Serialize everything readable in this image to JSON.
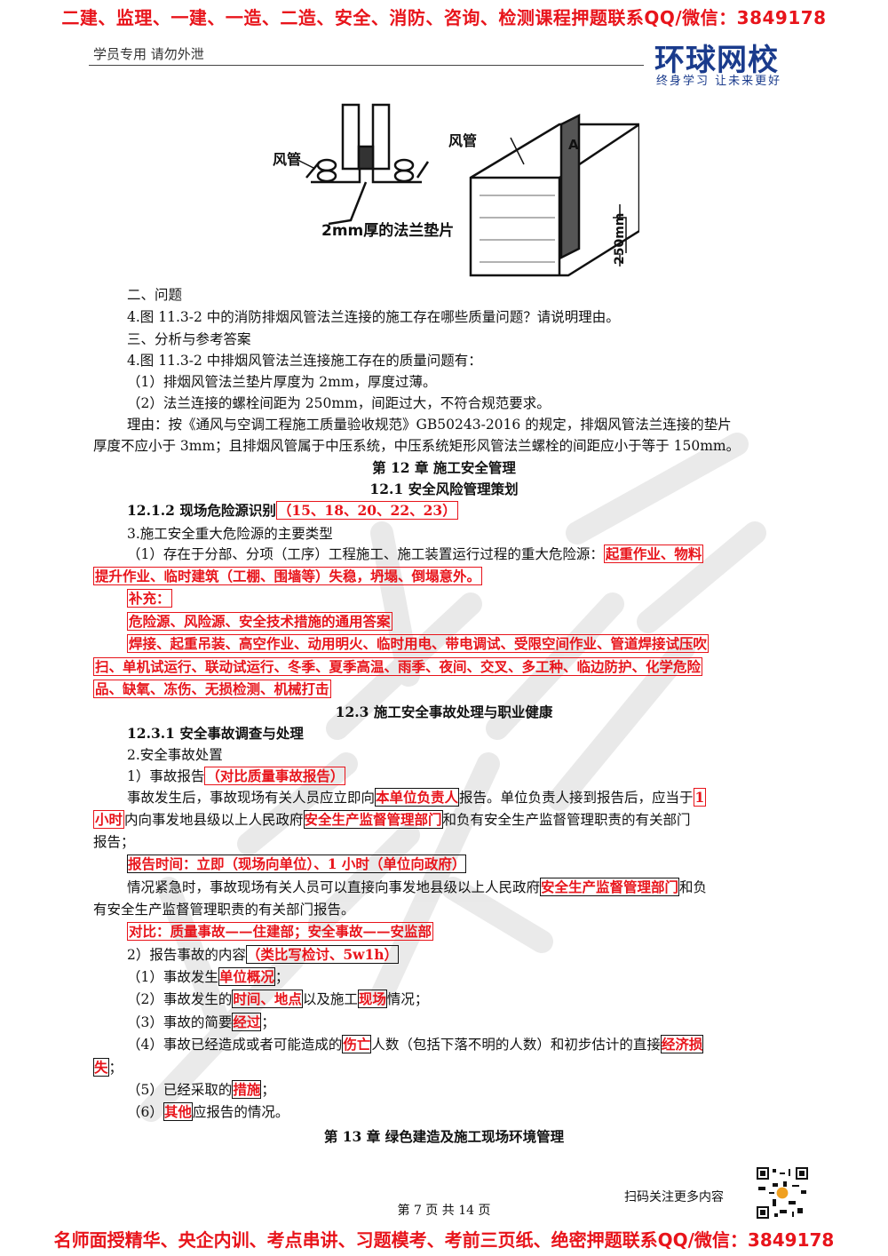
{
  "banner_top": "二建、监理、一建、一造、二造、安全、消防、咨询、检测课程押题联系QQ/微信：3849178",
  "banner_bottom": "名师面授精华、央企内训、考点串讲、习题模考、考前三页纸、绝密押题联系QQ/微信：3849178",
  "header_note": "学员专用 请勿外泄",
  "logo": {
    "name": "环球网校",
    "slogan": "终身学习 让未来更好"
  },
  "figure": {
    "label_duct_left": "风管",
    "label_gasket": "2mm厚的法兰垫片",
    "label_duct_right": "风管",
    "label_a": "A",
    "label_spacing": "250mm"
  },
  "content": {
    "l01": "二、问题",
    "l02": "4.图 11.3-2 中的消防排烟风管法兰连接的施工存在哪些质量问题？请说明理由。",
    "l03": "三、分析与参考答案",
    "l04": "4.图 11.3-2 中排烟风管法兰连接施工存在的质量问题有：",
    "l05": "（1）排烟风管法兰垫片厚度为 2mm，厚度过薄。",
    "l06": "（2）法兰连接的螺栓间距为 250mm，间距过大，不符合规范要求。",
    "l07": "理由：按《通风与空调工程施工质量验收规范》GB50243-2016 的规定，排烟风管法兰连接的垫片",
    "l08": "厚度不应小于 3mm；且排烟风管属于中压系统，中压系统矩形风管法兰螺栓的间距应小于等于 150mm。",
    "ch12": "第 12 章 施工安全管理",
    "s121": "12.1 安全风险管理策划",
    "s1212": "12.1.2 现场危险源识别",
    "s1212_pages": "（15、18、20、22、23）",
    "l09": "3.施工安全重大危险源的主要类型",
    "l10a": "（1）存在于分部、分项（工序）工程施工、施工装置运行过程的重大危险源：",
    "l10b": "起重作业、物料",
    "l11": "提升作业、临时建筑（工棚、围墙等）失稳，坍塌、倒塌意外。",
    "sup": "补充：",
    "sup1": "危险源、风险源、安全技术措施的通用答案",
    "sup2": "焊接、起重吊装、高空作业、动用明火、临时用电、带电调试、受限空间作业、管道焊接试压吹",
    "sup3": "扫、单机试运行、联动试运行、冬季、夏季高温、雨季、夜间、交叉、多工种、临边防护、化学危险",
    "sup4": "品、缺氧、冻伤、无损检测、机械打击",
    "s123": "12.3 施工安全事故处理与职业健康",
    "s1231": "12.3.1 安全事故调查与处理",
    "l12": "2.安全事故处置",
    "l13a": "1）事故报告",
    "l13b": "（对比质量事故报告）",
    "l14a": "事故发生后，事故现场有关人员应立即向",
    "l14b": "本单位负责人",
    "l14c": "报告。单位负责人接到报告后，应当于",
    "l14d": "1",
    "l15a": "小时",
    "l15b": "内向事发地县级以上人民政府",
    "l15c": "安全生产监督管理部门",
    "l15d": "和负有安全生产监督管理职责的有关部门",
    "l16": "报告；",
    "l17": "报告时间：立即（现场向单位）、1 小时（单位向政府）",
    "l18a": "情况紧急时，事故现场有关人员可以直接向事发地县级以上人民政府",
    "l18b": "安全生产监督管理部门",
    "l18c": "和负",
    "l19": "有安全生产监督管理职责的有关部门报告。",
    "l20": "对比：质量事故——住建部；安全事故——安监部",
    "l21a": "2）报告事故的内容",
    "l21b": "（类比写检讨、5w1h）",
    "l22a": "（1）事故发生",
    "l22b": "单位概况",
    "l22c": "；",
    "l23a": "（2）事故发生的",
    "l23b": "时间、地点",
    "l23c": "以及施工",
    "l23d": "现场",
    "l23e": "情况；",
    "l24a": "（3）事故的简要",
    "l24b": "经过",
    "l24c": "；",
    "l25a": "（4）事故已经造成或者可能造成的",
    "l25b": "伤亡",
    "l25c": "人数（包括下落不明的人数）和初步估计的直接",
    "l25d": "经济损",
    "l26a": "失",
    "l26b": "；",
    "l27a": "（5）已经采取的",
    "l27b": "措施",
    "l27c": "；",
    "l28a": "（6）",
    "l28b": "其他",
    "l28c": "应报告的情况。",
    "ch13": "第 13 章 绿色建造及施工现场环境管理"
  },
  "footer": {
    "scan": "扫码关注更多内容",
    "page": "第 7 页 共 14 页"
  },
  "colors": {
    "accent_red": "#e8141b",
    "logo_blue": "#1a3b8c"
  }
}
